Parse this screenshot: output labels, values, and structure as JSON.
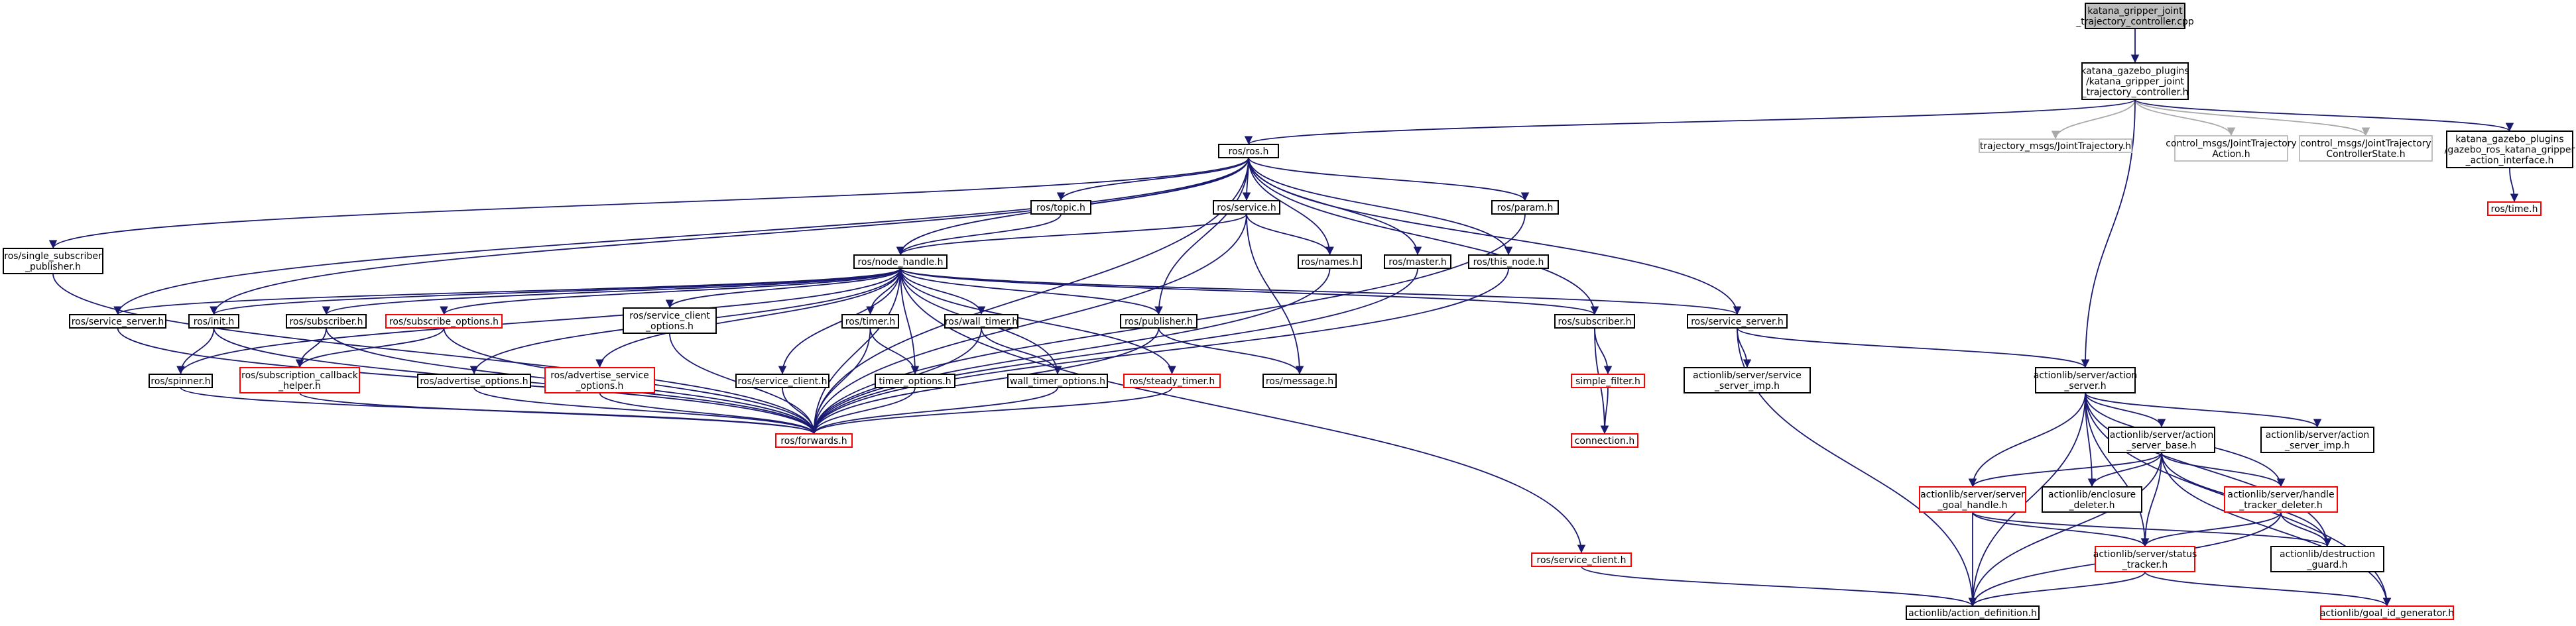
{
  "nodes": [
    {
      "id": "root",
      "lines": [
        "katana_gripper_joint",
        "_trajectory_controller.cpp"
      ],
      "style": "root"
    },
    {
      "id": "ctrl_h",
      "lines": [
        "katana_gazebo_plugins",
        "/katana_gripper_joint",
        "_trajectory_controller.h"
      ],
      "style": "normal"
    },
    {
      "id": "ros_ros",
      "lines": [
        "ros/ros.h"
      ],
      "style": "normal"
    },
    {
      "id": "traj_msg",
      "lines": [
        "trajectory_msgs/JointTrajectory.h"
      ],
      "style": "gray"
    },
    {
      "id": "ctrl_action",
      "lines": [
        "control_msgs/JointTrajectory",
        "Action.h"
      ],
      "style": "gray"
    },
    {
      "id": "ctrl_state",
      "lines": [
        "control_msgs/JointTrajectory",
        "ControllerState.h"
      ],
      "style": "gray"
    },
    {
      "id": "action_iface",
      "lines": [
        "katana_gazebo_plugins",
        "/gazebo_ros_katana_gripper",
        "_action_interface.h"
      ],
      "style": "normal"
    },
    {
      "id": "ros_time",
      "lines": [
        "ros/time.h"
      ],
      "style": "missing"
    },
    {
      "id": "single_sub",
      "lines": [
        "ros/single_subscriber",
        "_publisher.h"
      ],
      "style": "normal"
    },
    {
      "id": "topic",
      "lines": [
        "ros/topic.h"
      ],
      "style": "normal"
    },
    {
      "id": "service",
      "lines": [
        "ros/service.h"
      ],
      "style": "normal"
    },
    {
      "id": "param",
      "lines": [
        "ros/param.h"
      ],
      "style": "normal"
    },
    {
      "id": "node_handle",
      "lines": [
        "ros/node_handle.h"
      ],
      "style": "normal"
    },
    {
      "id": "names",
      "lines": [
        "ros/names.h"
      ],
      "style": "normal"
    },
    {
      "id": "master",
      "lines": [
        "ros/master.h"
      ],
      "style": "normal"
    },
    {
      "id": "this_node",
      "lines": [
        "ros/this_node.h"
      ],
      "style": "normal"
    },
    {
      "id": "service_server",
      "lines": [
        "ros/service_server.h"
      ],
      "style": "normal"
    },
    {
      "id": "init",
      "lines": [
        "ros/init.h"
      ],
      "style": "normal"
    },
    {
      "id": "subscriber",
      "lines": [
        "ros/subscriber.h"
      ],
      "style": "normal"
    },
    {
      "id": "subscribe_options",
      "lines": [
        "ros/subscribe_options.h"
      ],
      "style": "missing"
    },
    {
      "id": "service_client_options",
      "lines": [
        "ros/service_client",
        "_options.h"
      ],
      "style": "normal"
    },
    {
      "id": "timer",
      "lines": [
        "ros/timer.h"
      ],
      "style": "normal"
    },
    {
      "id": "wall_timer",
      "lines": [
        "ros/wall_timer.h"
      ],
      "style": "normal"
    },
    {
      "id": "publisher",
      "lines": [
        "ros/publisher.h"
      ],
      "style": "normal"
    },
    {
      "id": "subscriber_h2",
      "lines": [
        "ros/subscriber.h"
      ],
      "style": "normal"
    },
    {
      "id": "service_server2",
      "lines": [
        "ros/service_server.h"
      ],
      "style": "normal"
    },
    {
      "id": "spinner",
      "lines": [
        "ros/spinner.h"
      ],
      "style": "normal"
    },
    {
      "id": "sub_cb_helper",
      "lines": [
        "ros/subscription_callback",
        "_helper.h"
      ],
      "style": "missing"
    },
    {
      "id": "advertise_options",
      "lines": [
        "ros/advertise_options.h"
      ],
      "style": "normal"
    },
    {
      "id": "advertise_service_options",
      "lines": [
        "ros/advertise_service",
        "_options.h"
      ],
      "style": "missing"
    },
    {
      "id": "service_client",
      "lines": [
        "ros/service_client.h"
      ],
      "style": "normal"
    },
    {
      "id": "timer_options",
      "lines": [
        "timer_options.h"
      ],
      "style": "normal"
    },
    {
      "id": "wall_timer_options",
      "lines": [
        "wall_timer_options.h"
      ],
      "style": "normal"
    },
    {
      "id": "steady_timer",
      "lines": [
        "ros/steady_timer.h"
      ],
      "style": "missing"
    },
    {
      "id": "message",
      "lines": [
        "ros/message.h"
      ],
      "style": "normal"
    },
    {
      "id": "simple_filter",
      "lines": [
        "simple_filter.h"
      ],
      "style": "missing"
    },
    {
      "id": "svc_server_imp",
      "lines": [
        "actionlib/server/service",
        "_server_imp.h"
      ],
      "style": "normal"
    },
    {
      "id": "forwards",
      "lines": [
        "ros/forwards.h"
      ],
      "style": "missing"
    },
    {
      "id": "connection",
      "lines": [
        "connection.h"
      ],
      "style": "missing"
    },
    {
      "id": "action_server",
      "lines": [
        "actionlib/server/action",
        "_server.h"
      ],
      "style": "normal"
    },
    {
      "id": "action_server_base",
      "lines": [
        "actionlib/server/action",
        "_server_base.h"
      ],
      "style": "normal"
    },
    {
      "id": "action_server_imp",
      "lines": [
        "actionlib/server/action",
        "_server_imp.h"
      ],
      "style": "normal"
    },
    {
      "id": "server_goal_handle",
      "lines": [
        "actionlib/server/server",
        "_goal_handle.h"
      ],
      "style": "missing"
    },
    {
      "id": "enclosure_deleter",
      "lines": [
        "actionlib/enclosure",
        "_deleter.h"
      ],
      "style": "normal"
    },
    {
      "id": "handle_tracker_deleter",
      "lines": [
        "actionlib/server/handle",
        "_tracker_deleter.h"
      ],
      "style": "missing"
    },
    {
      "id": "status_tracker",
      "lines": [
        "actionlib/server/status",
        "_tracker.h"
      ],
      "style": "missing"
    },
    {
      "id": "destruction_guard",
      "lines": [
        "actionlib/destruction",
        "_guard.h"
      ],
      "style": "normal"
    },
    {
      "id": "ros_service_client",
      "lines": [
        "ros/service_client.h"
      ],
      "style": "missing"
    },
    {
      "id": "action_definition",
      "lines": [
        "actionlib/action_definition.h"
      ],
      "style": "normal"
    },
    {
      "id": "goal_id_generator",
      "lines": [
        "actionlib/goal_id_generator.h"
      ],
      "style": "missing"
    }
  ],
  "edges": [
    [
      "root",
      "ctrl_h"
    ],
    [
      "ctrl_h",
      "ros_ros"
    ],
    [
      "ctrl_h",
      "traj_msg"
    ],
    [
      "ctrl_h",
      "ctrl_action"
    ],
    [
      "ctrl_h",
      "ctrl_state"
    ],
    [
      "ctrl_h",
      "action_iface"
    ],
    [
      "ctrl_h",
      "action_server"
    ],
    [
      "action_iface",
      "ros_time"
    ],
    [
      "ros_ros",
      "single_sub"
    ],
    [
      "ros_ros",
      "topic"
    ],
    [
      "ros_ros",
      "service"
    ],
    [
      "ros_ros",
      "param"
    ],
    [
      "ros_ros",
      "node_handle"
    ],
    [
      "ros_ros",
      "names"
    ],
    [
      "ros_ros",
      "master"
    ],
    [
      "ros_ros",
      "this_node"
    ],
    [
      "ros_ros",
      "service_server"
    ],
    [
      "ros_ros",
      "init"
    ],
    [
      "ros_ros",
      "subscriber_h2"
    ],
    [
      "ros_ros",
      "service_server2"
    ],
    [
      "ros_ros",
      "publisher"
    ],
    [
      "ros_ros",
      "forwards"
    ],
    [
      "topic",
      "node_handle"
    ],
    [
      "service",
      "node_handle"
    ],
    [
      "service",
      "names"
    ],
    [
      "service",
      "forwards"
    ],
    [
      "service",
      "message"
    ],
    [
      "param",
      "forwards"
    ],
    [
      "names",
      "forwards"
    ],
    [
      "master",
      "forwards"
    ],
    [
      "this_node",
      "forwards"
    ],
    [
      "single_sub",
      "forwards"
    ],
    [
      "node_handle",
      "service_server"
    ],
    [
      "node_handle",
      "init"
    ],
    [
      "node_handle",
      "subscriber"
    ],
    [
      "node_handle",
      "subscribe_options"
    ],
    [
      "node_handle",
      "service_client_options"
    ],
    [
      "node_handle",
      "timer"
    ],
    [
      "node_handle",
      "wall_timer"
    ],
    [
      "node_handle",
      "publisher"
    ],
    [
      "node_handle",
      "subscriber_h2"
    ],
    [
      "node_handle",
      "service_server2"
    ],
    [
      "node_handle",
      "spinner"
    ],
    [
      "node_handle",
      "advertise_options"
    ],
    [
      "node_handle",
      "advertise_service_options"
    ],
    [
      "node_handle",
      "service_client"
    ],
    [
      "node_handle",
      "timer_options"
    ],
    [
      "node_handle",
      "wall_timer_options"
    ],
    [
      "node_handle",
      "steady_timer"
    ],
    [
      "node_handle",
      "forwards"
    ],
    [
      "node_handle",
      "ros_service_client"
    ],
    [
      "service_server",
      "forwards"
    ],
    [
      "init",
      "forwards"
    ],
    [
      "init",
      "spinner"
    ],
    [
      "subscriber",
      "forwards"
    ],
    [
      "subscriber",
      "sub_cb_helper"
    ],
    [
      "subscribe_options",
      "sub_cb_helper"
    ],
    [
      "subscribe_options",
      "forwards"
    ],
    [
      "service_client_options",
      "forwards"
    ],
    [
      "timer",
      "timer_options"
    ],
    [
      "timer",
      "forwards"
    ],
    [
      "wall_timer",
      "wall_timer_options"
    ],
    [
      "wall_timer",
      "forwards"
    ],
    [
      "publisher",
      "message"
    ],
    [
      "publisher",
      "forwards"
    ],
    [
      "subscriber_h2",
      "simple_filter"
    ],
    [
      "subscriber_h2",
      "connection"
    ],
    [
      "simple_filter",
      "connection"
    ],
    [
      "service_server2",
      "svc_server_imp"
    ],
    [
      "service_server2",
      "action_server"
    ],
    [
      "service_server2",
      "action_definition"
    ],
    [
      "sub_cb_helper",
      "forwards"
    ],
    [
      "advertise_options",
      "forwards"
    ],
    [
      "advertise_service_options",
      "forwards"
    ],
    [
      "service_client",
      "forwards"
    ],
    [
      "timer_options",
      "forwards"
    ],
    [
      "wall_timer_options",
      "forwards"
    ],
    [
      "steady_timer",
      "forwards"
    ],
    [
      "spinner",
      "forwards"
    ],
    [
      "action_server",
      "action_server_base"
    ],
    [
      "action_server",
      "action_server_imp"
    ],
    [
      "action_server",
      "server_goal_handle"
    ],
    [
      "action_server",
      "enclosure_deleter"
    ],
    [
      "action_server",
      "handle_tracker_deleter"
    ],
    [
      "action_server",
      "status_tracker"
    ],
    [
      "action_server",
      "destruction_guard"
    ],
    [
      "action_server",
      "action_definition"
    ],
    [
      "action_server",
      "goal_id_generator"
    ],
    [
      "action_server_base",
      "server_goal_handle"
    ],
    [
      "action_server_base",
      "enclosure_deleter"
    ],
    [
      "action_server_base",
      "handle_tracker_deleter"
    ],
    [
      "action_server_base",
      "status_tracker"
    ],
    [
      "action_server_base",
      "destruction_guard"
    ],
    [
      "action_server_base",
      "action_definition"
    ],
    [
      "action_server_base",
      "goal_id_generator"
    ],
    [
      "server_goal_handle",
      "status_tracker"
    ],
    [
      "server_goal_handle",
      "destruction_guard"
    ],
    [
      "server_goal_handle",
      "action_definition"
    ],
    [
      "handle_tracker_deleter",
      "status_tracker"
    ],
    [
      "handle_tracker_deleter",
      "destruction_guard"
    ],
    [
      "handle_tracker_deleter",
      "action_definition"
    ],
    [
      "status_tracker",
      "action_definition"
    ],
    [
      "status_tracker",
      "goal_id_generator"
    ],
    [
      "ros_service_client",
      "action_definition"
    ]
  ]
}
